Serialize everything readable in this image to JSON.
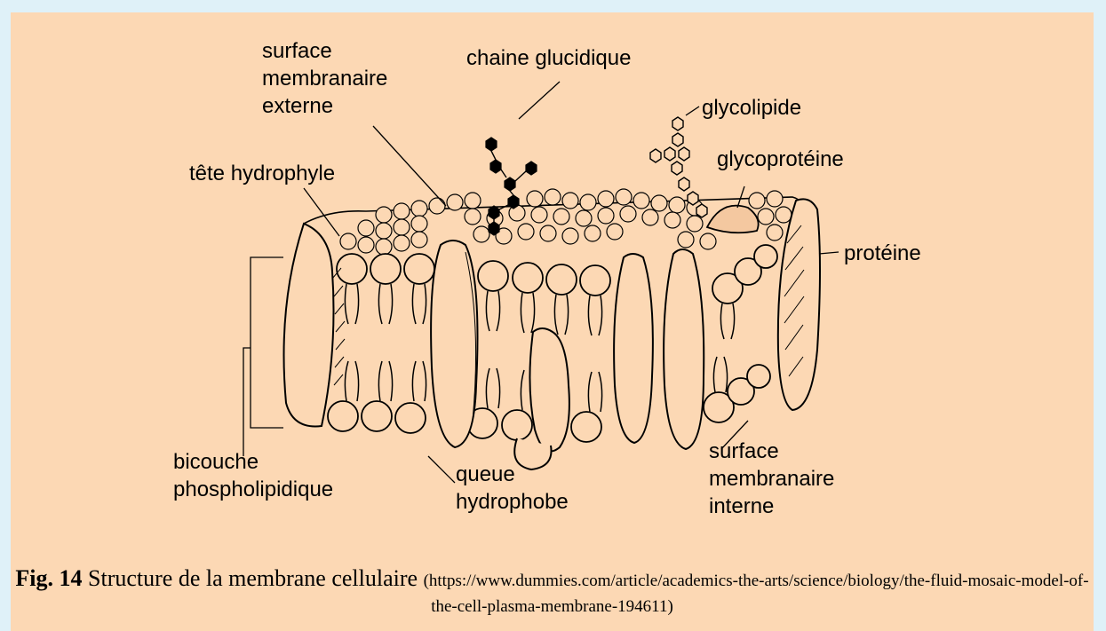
{
  "labels": {
    "surface_externe": "surface\nmembranaire\nexterne",
    "chaine_glucidique": "chaine glucidique",
    "glycolipide": "glycolipide",
    "glycoproteine": "glycoprotéine",
    "tete_hydrophyle": "tête hydrophyle",
    "proteine": "protéine",
    "bicouche": "bicouche\nphospholipidique",
    "queue_hydrophobe": "queue\nhydrophobe",
    "surface_interne": "surface\nmembranaire\ninterne"
  },
  "caption": {
    "number": "Fig. 14",
    "title": "Structure de la membrane cellulaire",
    "source": "(https://www.dummies.com/article/academics-the-arts/science/biology/the-fluid-mosaic-model-of-the-cell-plasma-membrane-194611)"
  },
  "colors": {
    "page_background": "#dff1f8",
    "panel_background": "#fcd8b4",
    "ink": "#000000"
  }
}
